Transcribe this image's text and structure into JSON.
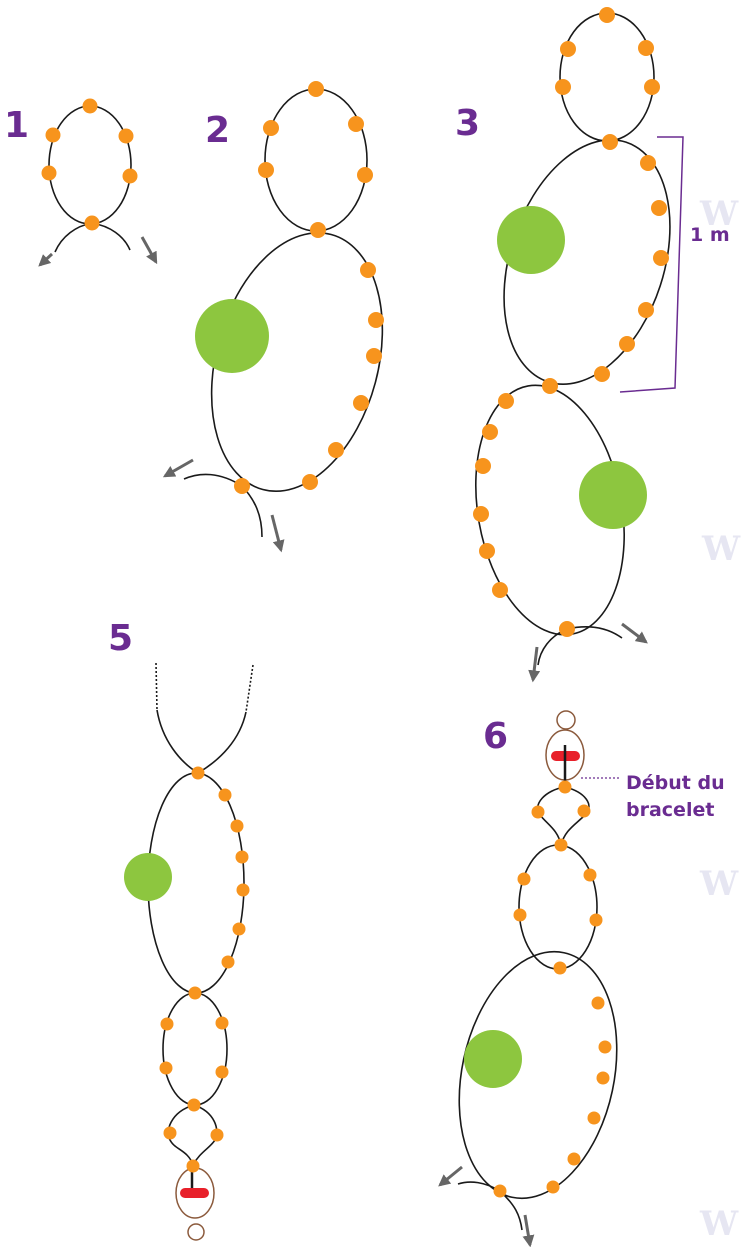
{
  "steps": [
    {
      "label": "1"
    },
    {
      "label": "2"
    },
    {
      "label": "3"
    },
    {
      "label": "5"
    },
    {
      "label": "6"
    }
  ],
  "annotations": {
    "length_label": "1 m",
    "start_label_line1": "Début du",
    "start_label_line2": "bracelet"
  },
  "watermark": "W",
  "colors": {
    "bead": "#f7941d",
    "big_bead": "#8dc63f",
    "thread": "#1a1a1a",
    "arrow": "#666666",
    "accent": "#6a2c91",
    "clasp_red": "#e8202a",
    "clasp_ring": "#8b5a3c"
  },
  "icons": {
    "bead": "orange-bead-icon",
    "big_bead": "green-bead-icon",
    "arrow": "direction-arrow-icon",
    "clasp": "clasp-icon"
  }
}
